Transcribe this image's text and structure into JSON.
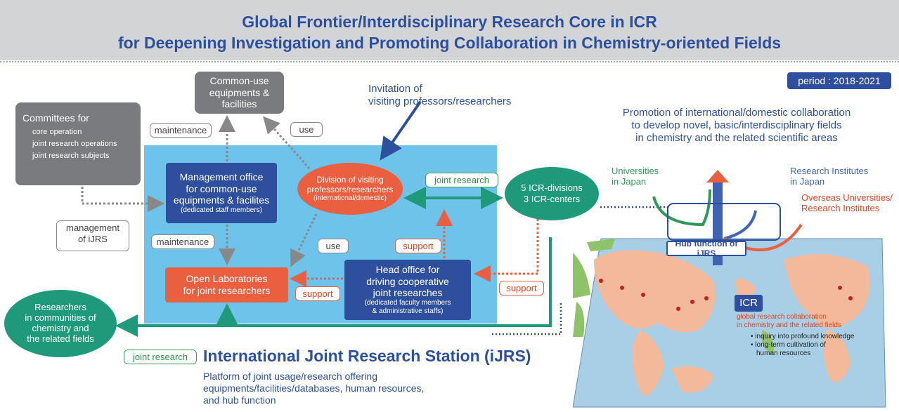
{
  "header": {
    "title_line1": "Global Frontier/Interdisciplinary Research Core in ICR",
    "title_line2": "for Deepening Investigation and Promoting Collaboration in Chemistry-oriented Fields"
  },
  "period": "period : 2018-2021",
  "common_use": [
    "Common-use",
    "equipments &",
    "facilities"
  ],
  "committees": {
    "title": "Committees for",
    "items": [
      "core operation",
      "joint research operations",
      "joint research subjects"
    ]
  },
  "invitation": [
    "Invitation of",
    "visiting professors/researchers"
  ],
  "promotion": [
    "Promotion of international/domestic collaboration",
    "to develop novel, basic/interdisciplinary fields",
    "in chemistry and the related scientific areas"
  ],
  "management_office": {
    "lines": [
      "Management office",
      "for common-use",
      "equipments & facilites"
    ],
    "sub": "(dedicated staff members)"
  },
  "division": {
    "lines": [
      "Division of visiting",
      "professors/researchers"
    ],
    "sub": "(international/domestic)"
  },
  "icr_divisions": [
    "5 ICR-divisions",
    "3 ICR-centers"
  ],
  "open_labs": [
    "Open Laboratories",
    "for joint researchers"
  ],
  "head_office": {
    "lines": [
      "Head office for",
      "driving cooperative",
      "joint researches"
    ],
    "sub": [
      "(dedicated faculty members",
      "& administrative staffs)"
    ]
  },
  "researchers": [
    "Researchers",
    "in communities of",
    "chemistry and",
    "the related fields"
  ],
  "labels": {
    "maintenance_top": "maintenance",
    "maintenance_mid": "maintenance",
    "use_top": "use",
    "use_mid": "use",
    "joint_research_top": "joint research",
    "joint_research_bottom": "joint research",
    "management_ijrs": [
      "management",
      "of iJRS"
    ],
    "support_center": "support",
    "support_left": "support",
    "support_right": "support"
  },
  "ijrs": {
    "title": "International Joint Research Station (iJRS)",
    "desc": [
      "Platform of joint usage/research offering",
      "equipments/facilities/databases, human resources,",
      "and hub function"
    ]
  },
  "map": {
    "universities": [
      "Universities",
      "in Japan"
    ],
    "institutes": [
      "Research Institutes",
      "in Japan"
    ],
    "overseas": [
      "Overseas Universities/",
      "Research Institutes"
    ],
    "hub": "Hub function of iJRS",
    "icr": "ICR",
    "collab": [
      "global research collaboration",
      "in chemistry and the related fields"
    ],
    "bullets": [
      "inquiry into profound knowledge",
      "long-term cultivation of",
      "human resources"
    ]
  },
  "colors": {
    "navy": "#2e4f9e",
    "red": "#e95f3f",
    "teal": "#1e9a7a",
    "gray": "#7a7b7e",
    "panel": "#55b8e6"
  }
}
